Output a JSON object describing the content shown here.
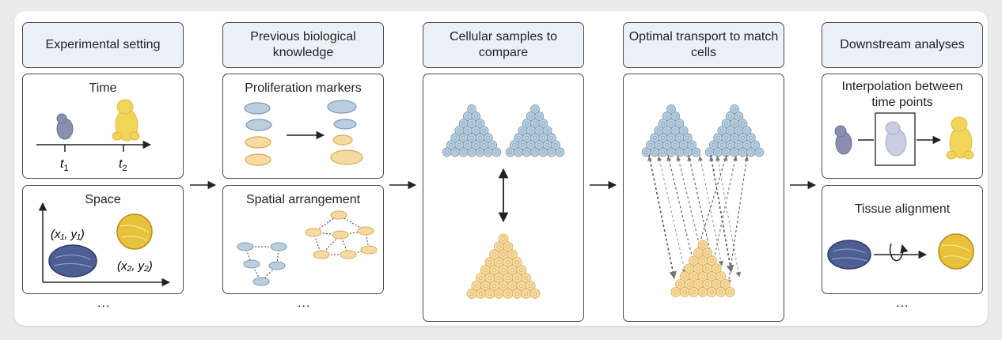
{
  "columns": [
    {
      "header": "Experimental setting"
    },
    {
      "header": "Previous biological knowledge"
    },
    {
      "header": "Cellular samples to compare"
    },
    {
      "header": "Optimal transport to match cells"
    },
    {
      "header": "Downstream analyses"
    }
  ],
  "panels": {
    "time": {
      "title": "Time",
      "t1": "t",
      "t1_sub": "1",
      "t2": "t",
      "t2_sub": "2"
    },
    "space": {
      "title": "Space",
      "coord1": "(x₁, y₁)",
      "coord2": "(x₂, y₂)"
    },
    "proliferation": {
      "title": "Proliferation markers"
    },
    "spatial": {
      "title": "Spatial arrangement"
    },
    "interpolation": {
      "title": "Interpolation between time points"
    },
    "alignment": {
      "title": "Tissue alignment"
    }
  },
  "ellipsis": "...",
  "colors": {
    "blue_cell": "#b9cfe0",
    "blue_cell_stroke": "#7e9ab3",
    "yellow_cell": "#f6dba0",
    "yellow_cell_stroke": "#d8ab58",
    "embryo_grey": "#8a8fb0",
    "embryo_yellow": "#f2d45a",
    "tissue_blue": "#4d5f95",
    "tissue_yellow": "#e8c23a",
    "header_bg": "#ecf0f8"
  }
}
